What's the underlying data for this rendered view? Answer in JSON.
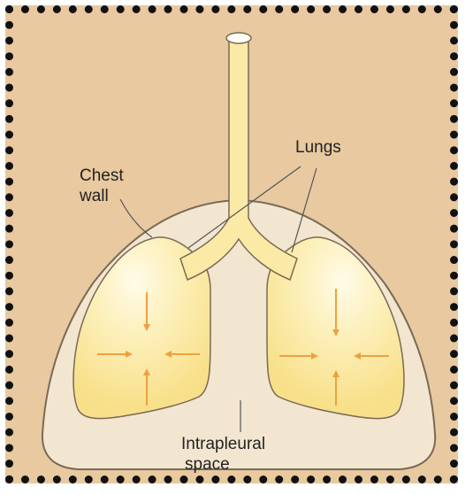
{
  "labels": {
    "lungs": "Lungs",
    "chest_wall_line1": "Chest",
    "chest_wall_line2": "wall",
    "intrapleural_line1": "Intrapleural",
    "intrapleural_line2": "space"
  },
  "colors": {
    "background": "#e8c9a0",
    "border": "#111111",
    "chest_wall_fill": "#f3e6d0",
    "chest_wall_stroke": "#7a6a55",
    "lung_fill": "#fbe9a6",
    "lung_highlight": "#fffbe8",
    "airway_fill": "#fbe9a6",
    "arrow": "#f0a040",
    "leader_line": "#555555"
  }
}
